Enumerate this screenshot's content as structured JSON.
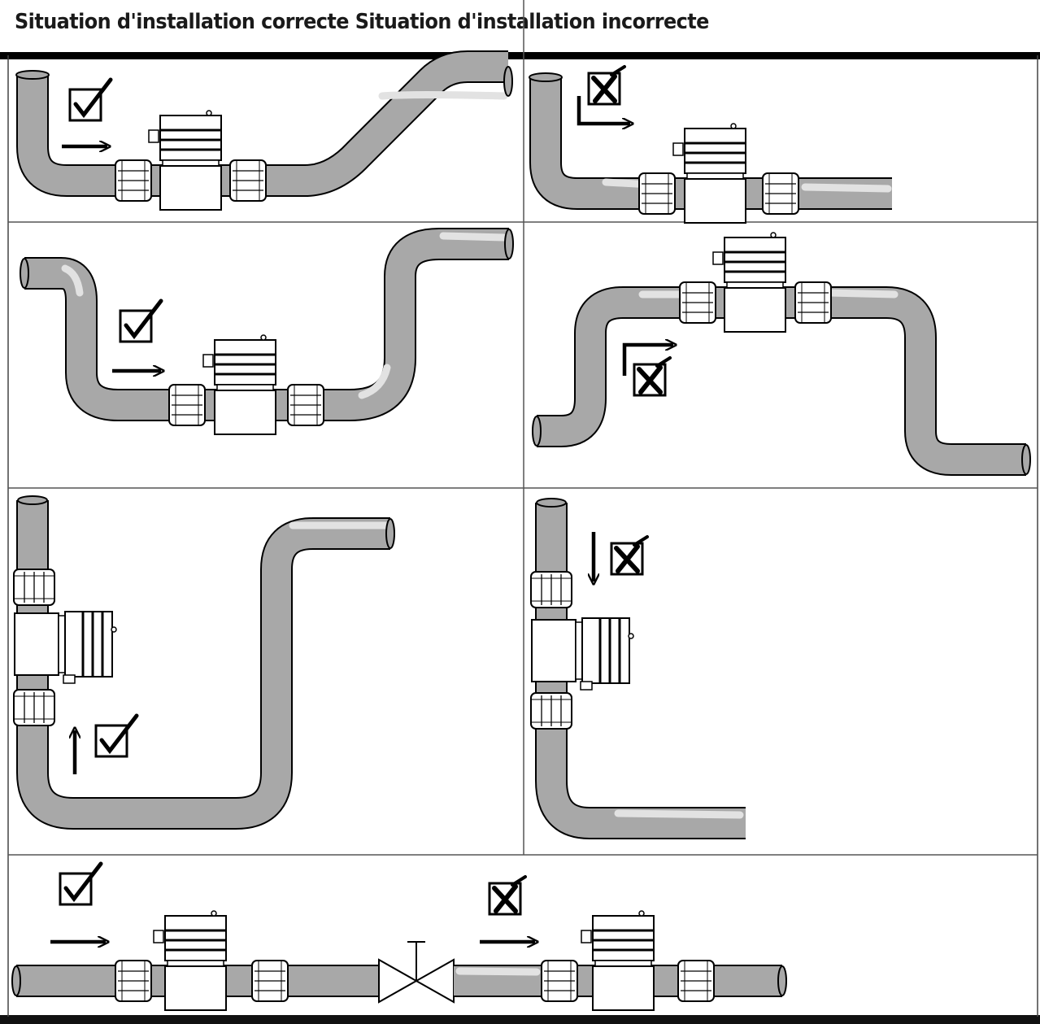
{
  "header": {
    "title": "Situation d'installation correcte Situation d'installation incorrecte"
  },
  "colors": {
    "pipe": "#a8a8a8",
    "pipe_highlight": "#e2e2e2",
    "outline": "#000000",
    "fitting": "#ffffff",
    "device": "#ffffff"
  },
  "cells": [
    {
      "id": "row1-left",
      "verdict": "correct",
      "flow": "right"
    },
    {
      "id": "row1-right",
      "verdict": "incorrect",
      "flow": "down-right"
    },
    {
      "id": "row2-left",
      "verdict": "correct",
      "flow": "right"
    },
    {
      "id": "row2-right",
      "verdict": "incorrect",
      "flow": "up-right"
    },
    {
      "id": "row3-left",
      "verdict": "correct",
      "flow": "up"
    },
    {
      "id": "row3-right",
      "verdict": "incorrect",
      "flow": "down"
    },
    {
      "id": "row4-before-valve",
      "verdict": "correct",
      "flow": "right"
    },
    {
      "id": "row4-after-valve",
      "verdict": "incorrect",
      "flow": "right"
    }
  ],
  "icons": {
    "correct": "checkbox-check-icon",
    "incorrect": "checkbox-cross-icon",
    "flow": "flow-arrow-icon",
    "valve": "valve-icon"
  }
}
